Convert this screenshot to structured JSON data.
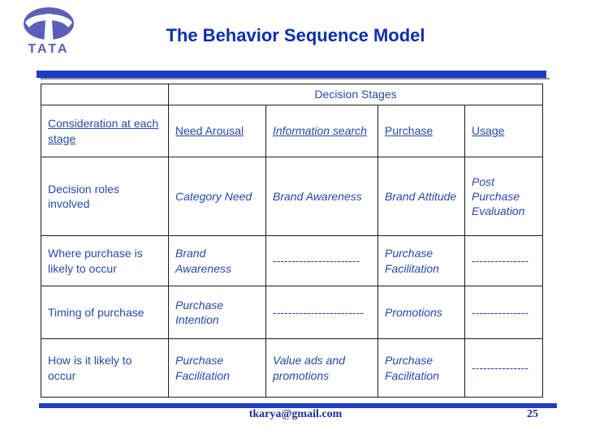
{
  "logo": {
    "wordmark": "TATA"
  },
  "title": "The Behavior Sequence Model",
  "colors": {
    "divider_bar_blue": "#1d3bc4",
    "table_text_blue": "#2748ab",
    "title_blue": "#0b2fae",
    "footer_blue": "#1b2d9f",
    "logo_periwinkle": "#5b5fb9"
  },
  "table": {
    "group_header": "Decision Stages",
    "header": {
      "row_label": {
        "text": "Consideration at each stage",
        "style": "u lg"
      },
      "stages": [
        {
          "text": "Need Arousal",
          "style": "u lg"
        },
        {
          "text": "Information search",
          "style": "u i lg"
        },
        {
          "text": "Purchase",
          "style": "u lg"
        },
        {
          "text": "Usage",
          "style": "u lg"
        }
      ]
    },
    "rows": [
      {
        "label": "Decision roles involved",
        "cells": [
          {
            "text": "Category Need",
            "style": "i sm"
          },
          {
            "text": "Brand Awareness",
            "style": "i md"
          },
          {
            "text": "Brand Attitude",
            "style": "i md"
          },
          {
            "text": "Post Purchase Evaluation",
            "style": "i md"
          }
        ]
      },
      {
        "label": "Where purchase is likely to occur",
        "cells": [
          {
            "text": "Brand Awareness",
            "style": "i sm"
          },
          {
            "text": "-----------------------",
            "style": "dash"
          },
          {
            "text": "Purchase Facilitation",
            "style": "i sm"
          },
          {
            "text": "---------------",
            "style": "dash-sm"
          }
        ]
      },
      {
        "label": "Timing of purchase",
        "cells": [
          {
            "text": "Purchase Intention",
            "style": "i sm"
          },
          {
            "text": "------------------------",
            "style": "dash"
          },
          {
            "text": "Promotions",
            "style": "i lg"
          },
          {
            "text": "---------------",
            "style": "dash-sm"
          }
        ]
      },
      {
        "label": "How is it likely to occur",
        "cells": [
          {
            "text": "Purchase Facilitation",
            "style": "i sm"
          },
          {
            "text": "Value ads and promotions",
            "style": "i lg"
          },
          {
            "text": "Purchase Facilitation",
            "style": "i sm"
          },
          {
            "text": "---------------",
            "style": "dash-sm"
          }
        ]
      }
    ]
  },
  "footer": {
    "email": "tkarya@gmail.com",
    "page_number": "25"
  }
}
